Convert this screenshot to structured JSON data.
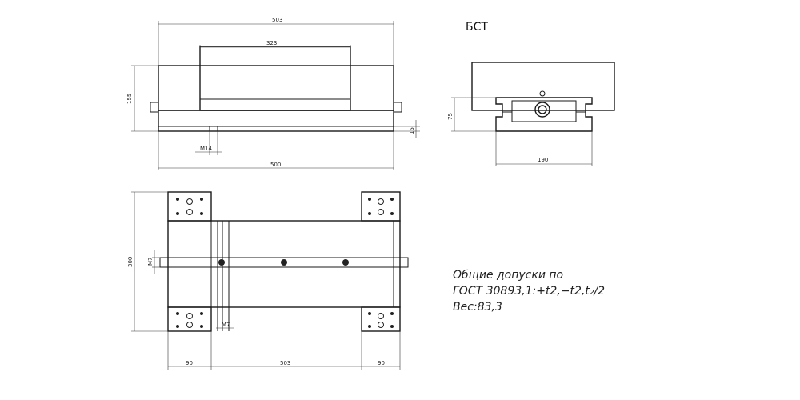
{
  "title": "БСТ",
  "dimensions": {
    "top_width": "503",
    "jaw_width": "323",
    "height_left": "155",
    "slot_depth": "15",
    "thread_front": "M14",
    "base_length": "500",
    "side_height": "75",
    "side_width": "190",
    "plan_depth": "300",
    "thread_plan_left": "M7",
    "thread_plan_bottom": "M7",
    "plan_left_ear": "90",
    "plan_center": "503",
    "plan_right_ear": "90"
  },
  "notes": {
    "line1": "Общие допуски по",
    "line2": "ГОСТ 30893,1:+t2,−t2,t₂/2",
    "line3": "Вес:83,3"
  }
}
